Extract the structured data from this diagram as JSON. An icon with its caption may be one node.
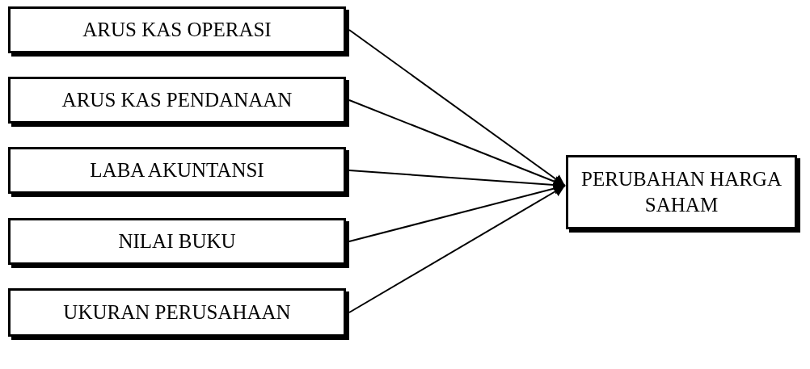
{
  "diagram": {
    "nodes": [
      {
        "text": [
          "ARUS KAS OPERASI"
        ]
      },
      {
        "text": [
          "ARUS KAS PENDANAAN"
        ]
      },
      {
        "text": [
          "LABA AKUNTANSI"
        ]
      },
      {
        "text": [
          "NILAI BUKU"
        ]
      },
      {
        "text": [
          "UKURAN PERUSAHAAN"
        ]
      },
      {
        "text": [
          "PERUBAHAN HARGA SAHAM"
        ]
      }
    ],
    "edges": [
      {
        "from": 0,
        "to": 5,
        "arrow": "to"
      },
      {
        "from": 1,
        "to": 5,
        "arrow": "to"
      },
      {
        "from": 2,
        "to": 5,
        "arrow": "to"
      },
      {
        "from": 3,
        "to": 5,
        "arrow": "to"
      },
      {
        "from": 4,
        "to": 5,
        "arrow": "to"
      }
    ]
  }
}
